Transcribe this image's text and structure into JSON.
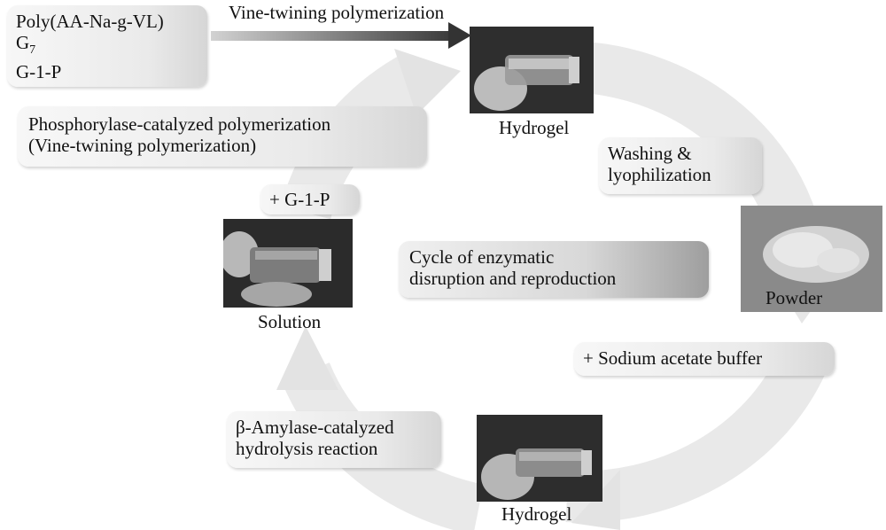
{
  "materials": {
    "line1": "Poly(AA-Na-g-VL)",
    "line2_base": "G",
    "line2_sub": "7",
    "line3": "G-1-P"
  },
  "top_arrow_label": "Vine-twining polymerization",
  "phosphorylase": {
    "line1": "Phosphorylase-catalyzed polymerization",
    "line2": "(Vine-twining polymerization)"
  },
  "g1p_step": "+ G-1-P",
  "washing": {
    "line1": "Washing &",
    "line2": "lyophilization"
  },
  "center": {
    "line1": "Cycle of enzymatic",
    "line2": "disruption and reproduction"
  },
  "sodium_step": "+ Sodium acetate buffer",
  "amylase": {
    "line1": "β-Amylase-catalyzed",
    "line2": "hydrolysis reaction"
  },
  "captions": {
    "hydrogel_top": "Hydrogel",
    "solution": "Solution",
    "powder": "Powder",
    "hydrogel_bottom": "Hydrogel"
  }
}
